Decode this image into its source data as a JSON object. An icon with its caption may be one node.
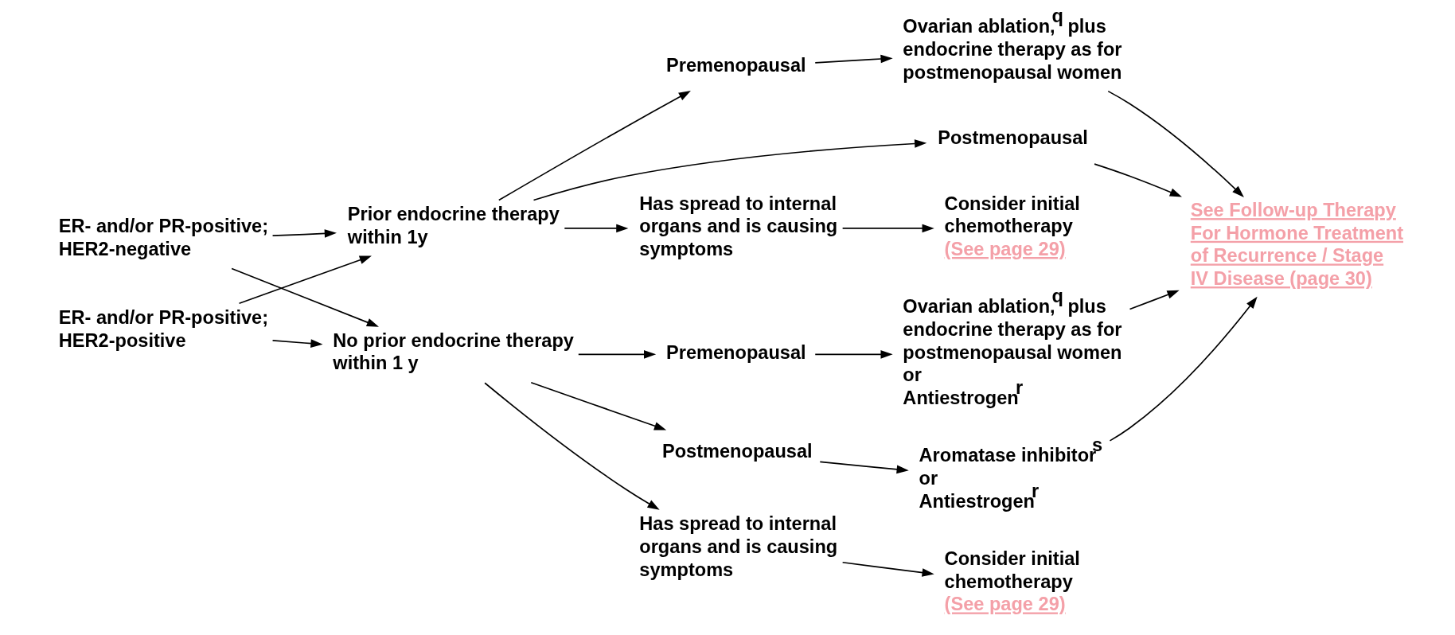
{
  "diagram": {
    "nodes": [
      {
        "text": [
          "ER- and/or PR-positive; HER2-negative"
        ]
      },
      {
        "text": [
          "ER- and/or PR-positive; HER2-positive"
        ]
      },
      {
        "text": [
          "Prior endocrine therapy within 1y"
        ]
      },
      {
        "text": [
          "No prior endocrine therapy within 1 y"
        ]
      },
      {
        "text": [
          "Premenopausal"
        ]
      },
      {
        "text": [
          "Postmenopausal"
        ]
      },
      {
        "text": [
          "Has spread to internal organs and is causing symptoms"
        ]
      },
      {
        "text": [
          "Ovarian ablation,$^{q}$ plus endocrine therapy as for postmenopausal women"
        ]
      },
      {
        "text": [
          "Consider initial chemotherapy",
          "(See page 29)"
        ]
      },
      {
        "text": [
          "Premenopausal"
        ]
      },
      {
        "text": [
          "Postmenopausal"
        ]
      },
      {
        "text": [
          "Has spread to internal organs and is causing symptoms"
        ]
      },
      {
        "text": [
          "Ovarian ablation,$^{q}$ plus endocrine therapy as for postmenopausal women",
          "or",
          "Antiestrogen$^{r}$"
        ]
      },
      {
        "text": [
          "Aromatase inhibitor$^{s}$",
          "or",
          "Antiestrogen$^{r}$"
        ]
      },
      {
        "text": [
          "Consider initial chemotherapy",
          "(See page 29)"
        ]
      },
      {
        "text": [
          "See Follow-up Therapy For Hormone Treatment of Recurrence / Stage IV Disease (page 30)"
        ]
      }
    ],
    "edges": [
      {
        "from": 0,
        "to": 2,
        "arrow": "to"
      },
      {
        "from": 0,
        "to": 3,
        "arrow": "to"
      },
      {
        "from": 1,
        "to": 2,
        "arrow": "to"
      },
      {
        "from": 1,
        "to": 3,
        "arrow": "to"
      },
      {
        "from": 2,
        "to": 4,
        "arrow": "to"
      },
      {
        "from": 2,
        "to": 5,
        "arrow": "to"
      },
      {
        "from": 2,
        "to": 6,
        "arrow": "to"
      },
      {
        "from": 4,
        "to": 7,
        "arrow": "to"
      },
      {
        "from": 6,
        "to": 8,
        "arrow": "to"
      },
      {
        "from": 3,
        "to": 9,
        "arrow": "to"
      },
      {
        "from": 3,
        "to": 10,
        "arrow": "to"
      },
      {
        "from": 3,
        "to": 11,
        "arrow": "to"
      },
      {
        "from": 9,
        "to": 12,
        "arrow": "to"
      },
      {
        "from": 10,
        "to": 13,
        "arrow": "to"
      },
      {
        "from": 11,
        "to": 14,
        "arrow": "to"
      },
      {
        "from": 7,
        "to": 15,
        "arrow": "to"
      },
      {
        "from": 5,
        "to": 15,
        "arrow": "to"
      },
      {
        "from": 12,
        "to": 15,
        "arrow": "to"
      },
      {
        "from": 13,
        "to": 15,
        "arrow": "to"
      }
    ]
  }
}
